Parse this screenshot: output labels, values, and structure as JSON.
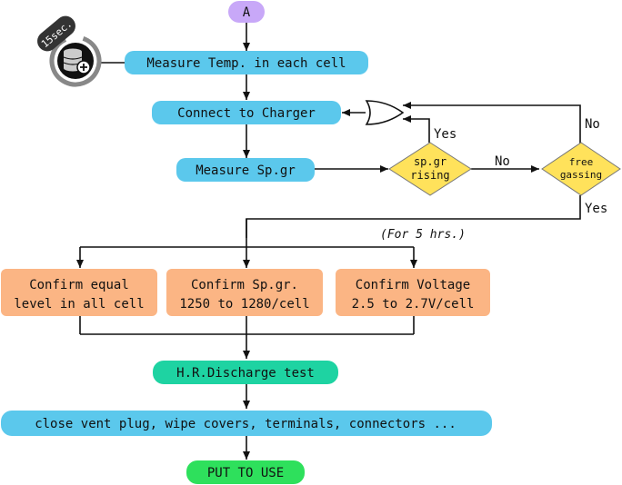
{
  "colors": {
    "process_blue": "#5bc8ec",
    "confirm_orange": "#fbb584",
    "discharge_teal": "#1ed3a2",
    "final_green": "#2ee05c",
    "decision_yellow": "#ffe25b",
    "connector_purple": "#c8a8f8",
    "icon_gray": "#888888"
  },
  "icons": {
    "timer_database": "database-refresh-icon",
    "or_gate": "or-gate-icon"
  },
  "nodes": {
    "start": "A",
    "timer_badge": "15sec.",
    "measure_temp": "Measure Temp. in each cell",
    "connect_charger": "Connect to Charger",
    "measure_spgr": "Measure Sp.gr",
    "decision_rising": {
      "line1": "sp.gr",
      "line2": "rising"
    },
    "decision_gassing": {
      "line1": "free",
      "line2": "gassing"
    },
    "confirm_level": {
      "line1": "Confirm equal",
      "line2": "level in all cell"
    },
    "confirm_spgr": {
      "line1": "Confirm Sp.gr.",
      "line2": "1250 to 1280/cell"
    },
    "confirm_voltage": {
      "line1": "Confirm Voltage",
      "line2": "2.5 to 2.7V/cell"
    },
    "discharge": "H.R.Discharge test",
    "close_vent": "close vent plug, wipe covers, terminals, connectors ...",
    "final": "PUT TO USE"
  },
  "edge_labels": {
    "rising_yes": "Yes",
    "rising_no": "No",
    "gassing_no": "No",
    "gassing_yes": "Yes",
    "duration": "(For 5 hrs.)"
  }
}
